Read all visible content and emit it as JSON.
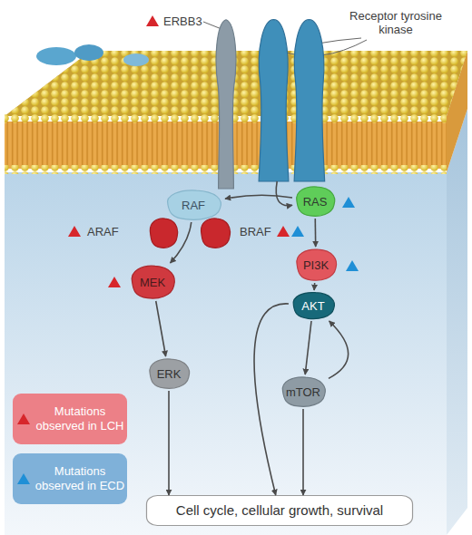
{
  "diagram": {
    "nodes": [
      {
        "text": [
          "ERBB3"
        ]
      },
      {
        "text": [
          "Receptor tyrosine kinase"
        ]
      },
      {
        "text": [
          "RAF"
        ]
      },
      {
        "text": [
          "RAS"
        ]
      },
      {
        "text": [
          "ARAF"
        ]
      },
      {
        "text": [
          "BRAF"
        ]
      },
      {
        "text": [
          "PI3K"
        ]
      },
      {
        "text": [
          "MEK"
        ]
      },
      {
        "text": [
          "AKT"
        ]
      },
      {
        "text": [
          "ERK"
        ]
      },
      {
        "text": [
          "mTOR"
        ]
      },
      {
        "text": [
          "Cell cycle, cellular growth, survival"
        ]
      }
    ],
    "edges": [
      {
        "from": 1,
        "to": 3,
        "arrow": "to"
      },
      {
        "from": 3,
        "to": 2,
        "arrow": "to"
      },
      {
        "from": 3,
        "to": 6,
        "arrow": "to"
      },
      {
        "from": 2,
        "to": 7,
        "arrow": "to"
      },
      {
        "from": 7,
        "to": 9,
        "arrow": "to"
      },
      {
        "from": 9,
        "to": 11,
        "arrow": "to"
      },
      {
        "from": 6,
        "to": 8,
        "arrow": "to"
      },
      {
        "from": 8,
        "to": 10,
        "arrow": "to"
      },
      {
        "from": 10,
        "to": 8,
        "arrow": "to"
      },
      {
        "from": 8,
        "to": 11,
        "arrow": "to"
      },
      {
        "from": 10,
        "to": 11,
        "arrow": "to"
      }
    ],
    "legend": [
      {
        "text": "Mutations observed in LCH",
        "color": "#d7262b"
      },
      {
        "text": "Mutations observed in ECD",
        "color": "#1f8fd6"
      }
    ]
  }
}
